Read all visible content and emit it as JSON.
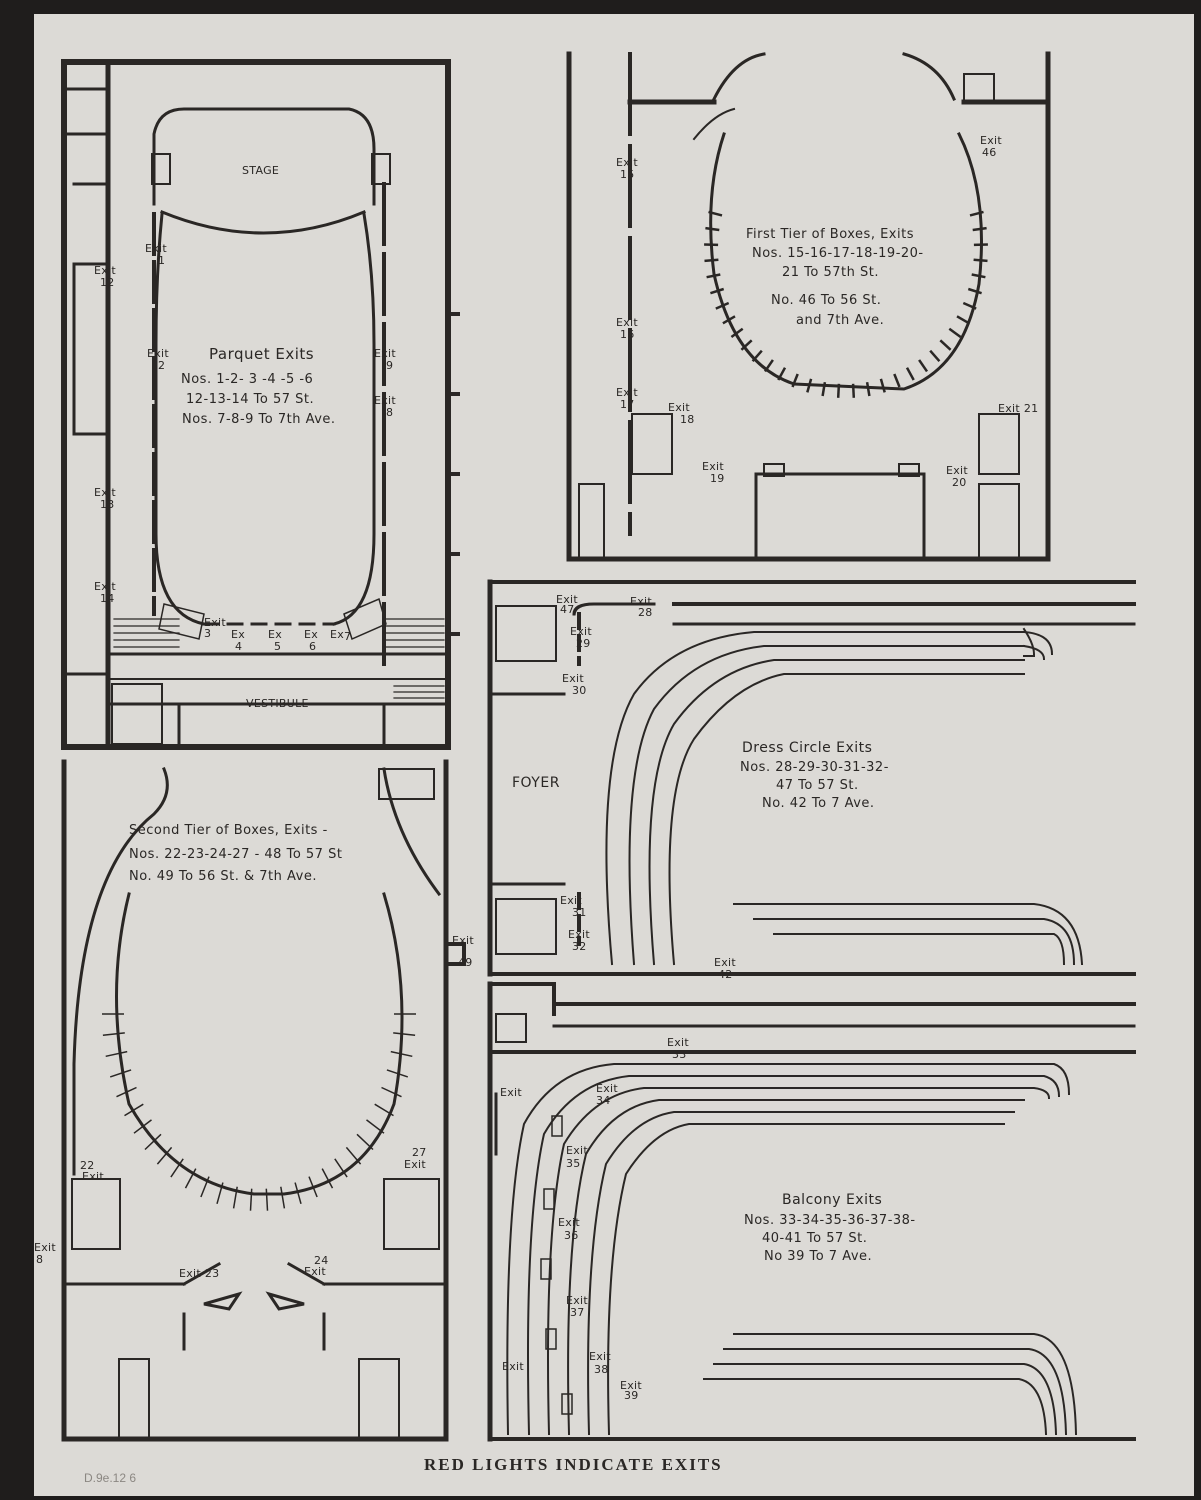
{
  "stage_label": "STAGE",
  "vestibule_label": "VESTIBULE",
  "foyer_label": "FOYER",
  "parquet": {
    "lines": [
      "Parquet Exits",
      "Nos. 1-2- 3 -4 -5 -6",
      "12-13-14 To 57 St.",
      "Nos. 7-8-9 To 7th Ave."
    ]
  },
  "first_tier": {
    "lines": [
      "First Tier of Boxes, Exits",
      "Nos. 15-16-17-18-19-20-",
      "21 To 57th St.",
      "No. 46 To 56 St.",
      "and 7th Ave."
    ]
  },
  "second_tier": {
    "lines": [
      "Second Tier of Boxes, Exits -",
      "Nos. 22-23-24-27 - 48 To 57 St",
      "No. 49 To 56 St. & 7th Ave."
    ]
  },
  "dress_circle": {
    "lines": [
      "Dress Circle Exits",
      "Nos. 28-29-30-31-32-",
      "47 To 57 St.",
      "No. 42 To 7 Ave."
    ]
  },
  "balcony": {
    "lines": [
      "Balcony Exits",
      "Nos. 33-34-35-36-37-38-",
      "40-41 To 57 St.",
      "No 39 To 7 Ave."
    ]
  },
  "exits": {
    "e1": [
      "Exit",
      "1"
    ],
    "e2": [
      "Exit",
      "2"
    ],
    "e12": [
      "Exit",
      "12"
    ],
    "e13": [
      "Exit",
      "13"
    ],
    "e14": [
      "Exit",
      "14"
    ],
    "e9": [
      "Exit",
      "9"
    ],
    "e8": [
      "Exit",
      "8"
    ],
    "e3": [
      "Exit",
      "3"
    ],
    "e4": [
      "Ex",
      "4"
    ],
    "e5": [
      "Ex",
      "5"
    ],
    "e6": [
      "Ex",
      "6"
    ],
    "e7": [
      "Ex",
      "7"
    ],
    "e15": [
      "Exit",
      "15"
    ],
    "e16": [
      "Exit",
      "16"
    ],
    "e17": [
      "Exit",
      "17"
    ],
    "e18": [
      "Exit",
      "18"
    ],
    "e19": [
      "Exit",
      "19"
    ],
    "e20": [
      "Exit",
      "20"
    ],
    "e21": [
      "Exit 21",
      ""
    ],
    "e46": [
      "Exit",
      "46"
    ],
    "e47": [
      "Exit",
      "47"
    ],
    "e28": [
      "Exit",
      "28"
    ],
    "e29": [
      "Exit",
      "29"
    ],
    "e30": [
      "Exit",
      "30"
    ],
    "e31": [
      "Exit",
      "31"
    ],
    "e32": [
      "Exit",
      "32"
    ],
    "e42": [
      "Exit",
      "42"
    ],
    "e33": [
      "Exit",
      "33"
    ],
    "e34": [
      "Exit",
      "34"
    ],
    "e35": [
      "Exit",
      "35"
    ],
    "e36": [
      "Exit",
      "36"
    ],
    "e37": [
      "Exit",
      "37"
    ],
    "e38": [
      "Exit",
      "38"
    ],
    "e39": [
      "Exit",
      "39"
    ],
    "eb1": [
      "Exit",
      ""
    ],
    "eb2": [
      "Exit",
      ""
    ],
    "e22": [
      "22",
      "Exit"
    ],
    "e27": [
      "27",
      "Exit"
    ],
    "e23": [
      "Exit 23",
      ""
    ],
    "e24": [
      "24",
      "Exit"
    ],
    "e49": [
      "Exit",
      "49"
    ],
    "e48": [
      "Exit",
      "8"
    ]
  },
  "footer": "RED LIGHTS INDICATE EXITS",
  "pencil_note": "D.9e.12 6",
  "colors": {
    "paper": "#dcdad6",
    "ink": "#2a2725",
    "background": "#1f1d1c"
  }
}
